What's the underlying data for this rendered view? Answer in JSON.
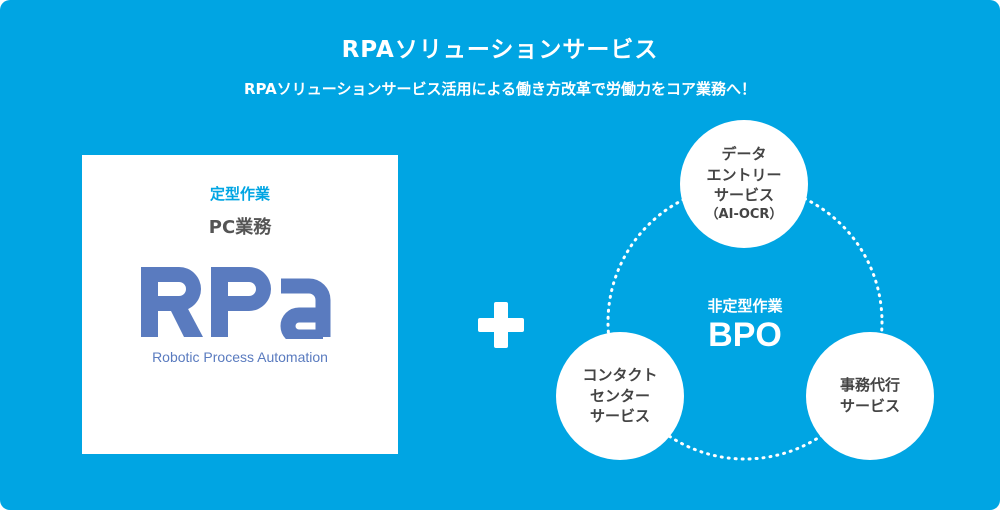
{
  "header": {
    "title": "RPAソリューションサービス",
    "subtitle": "RPAソリューションサービス活用による働き方改革で労働力をコア業務へ！"
  },
  "rpa": {
    "category": "定型作業",
    "work": "PC業務",
    "logo_text": "RPa",
    "caption": "Robotic Process Automation"
  },
  "plus_icon": "plus-icon",
  "bpo": {
    "category": "非定型作業",
    "name": "BPO",
    "services": [
      {
        "lines": [
          "データ",
          "エントリー",
          "サービス"
        ],
        "note": "（AI-OCR）"
      },
      {
        "lines": [
          "コンタクト",
          "センター",
          "サービス"
        ]
      },
      {
        "lines": [
          "事務代行",
          "サービス"
        ]
      }
    ]
  },
  "colors": {
    "background": "#00a5e3",
    "rpa_logo": "#5a7bbf",
    "text_dark": "#444444"
  }
}
